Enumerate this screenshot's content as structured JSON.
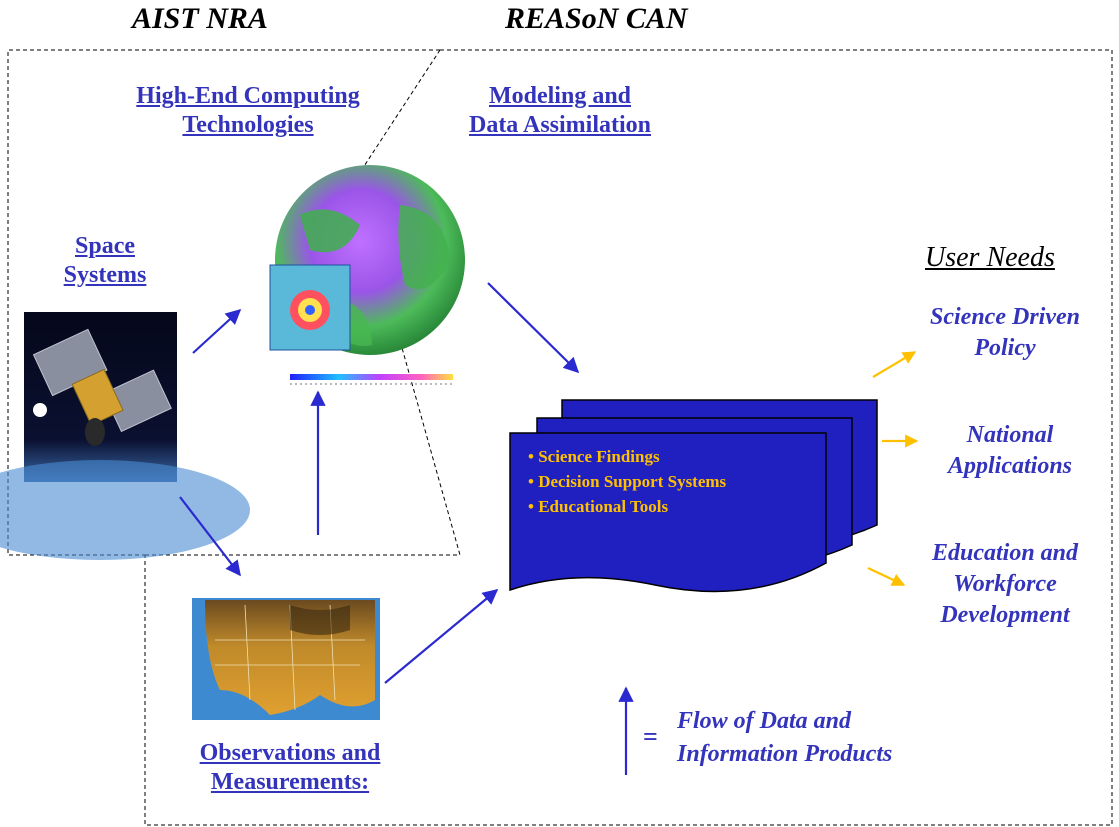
{
  "headers": {
    "left": "AIST NRA",
    "right": "REASoN CAN"
  },
  "links": {
    "high_end": [
      "High-End Computing",
      "Technologies"
    ],
    "modeling": [
      "Modeling and",
      "Data Assimilation"
    ],
    "space": [
      "Space",
      "Systems"
    ],
    "observations": [
      "Observations and",
      "Measurements:"
    ]
  },
  "user_needs": {
    "title": "User Needs",
    "items": [
      [
        "Science Driven",
        "Policy"
      ],
      [
        "National",
        "Applications"
      ],
      [
        "Education and",
        "Workforce",
        "Development"
      ]
    ]
  },
  "document": {
    "items": [
      "• Science Findings",
      "• Decision Support Systems",
      "• Educational Tools"
    ]
  },
  "legend": {
    "equals": "=",
    "line1": "Flow of Data and",
    "line2": "Information Products"
  },
  "colors": {
    "arrow_blue": "#2a2ad0",
    "arrow_yellow": "#ffc000",
    "doc_blue": "#2020c0",
    "text_blue": "#3333bb"
  }
}
